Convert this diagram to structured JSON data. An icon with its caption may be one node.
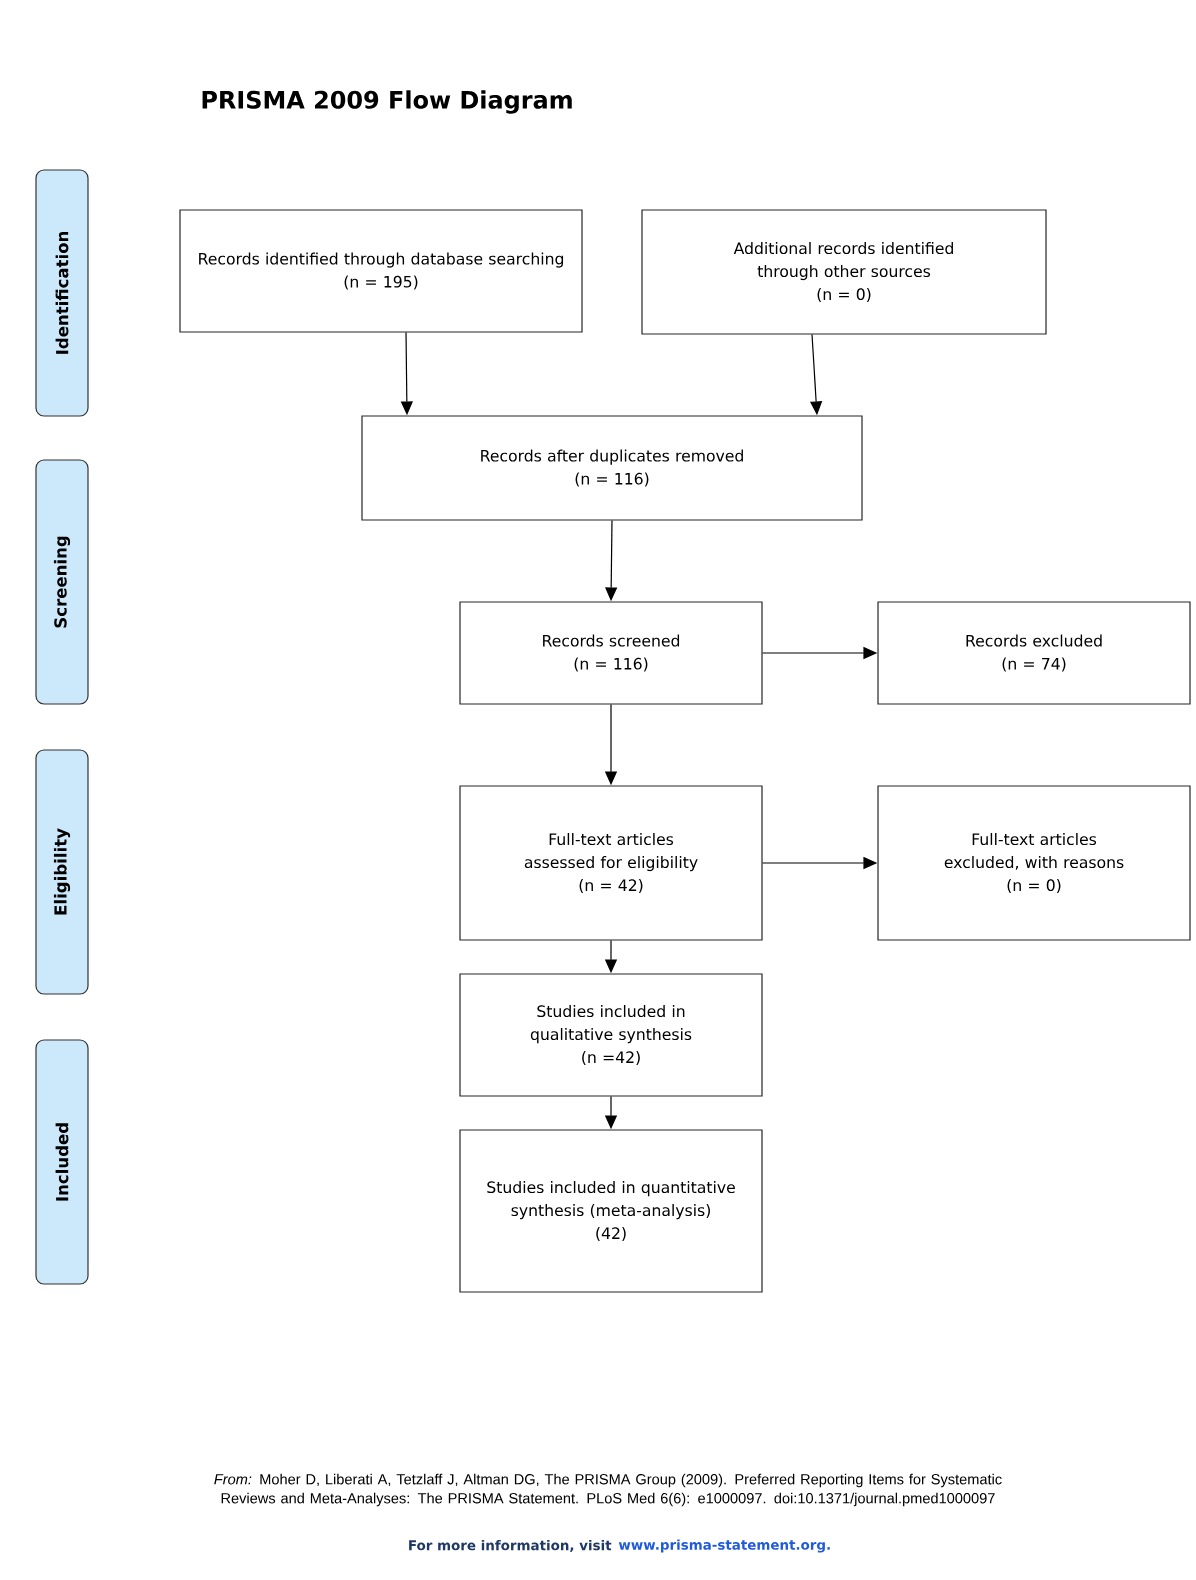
{
  "diagram": {
    "title": "PRISMA 2009 Flow Diagram",
    "nodes": [
      {
        "text": [
          "Identification"
        ]
      },
      {
        "text": [
          "Screening"
        ]
      },
      {
        "text": [
          "Eligibility"
        ]
      },
      {
        "text": [
          "Included"
        ]
      },
      {
        "text": [
          "Records identified through database searching",
          "(n = 195)"
        ]
      },
      {
        "text": [
          "Additional records identified through other sources",
          "(n = 0)"
        ]
      },
      {
        "text": [
          "Records after duplicates removed",
          "(n = 116)"
        ]
      },
      {
        "text": [
          "Records screened",
          "(n = 116)"
        ]
      },
      {
        "text": [
          "Records excluded",
          "(n = 74)"
        ]
      },
      {
        "text": [
          "Full-text articles assessed for eligibility",
          "(n = 42)"
        ]
      },
      {
        "text": [
          "Full-text articles excluded, with reasons",
          "(n = 0)"
        ]
      },
      {
        "text": [
          "Studies included in qualitative synthesis",
          "(n =42)"
        ]
      },
      {
        "text": [
          "Studies included in quantitative synthesis (meta-analysis)",
          "(42)"
        ]
      }
    ],
    "edges": [
      {
        "from": 4,
        "to": 6,
        "arrow": "to"
      },
      {
        "from": 5,
        "to": 6,
        "arrow": "to"
      },
      {
        "from": 6,
        "to": 7,
        "arrow": "to"
      },
      {
        "from": 7,
        "to": 8,
        "arrow": "to"
      },
      {
        "from": 7,
        "to": 9,
        "arrow": "to"
      },
      {
        "from": 9,
        "to": 10,
        "arrow": "to"
      },
      {
        "from": 9,
        "to": 11,
        "arrow": "to"
      },
      {
        "from": 11,
        "to": 12,
        "arrow": "to"
      }
    ],
    "labels": [
      "*From:*  Moher D, Liberati A, Tetzlaff J, Altman DG, The PRISMA Group (2009). Preferred Reporting Items for Systematic Reviews and Meta-Analyses: The PRISMA Statement. PLoS Med 6(6): e1000097. doi:10.1371/journal.pmed1000097",
      "For more information, visit",
      "www.prisma-statement.org."
    ]
  }
}
